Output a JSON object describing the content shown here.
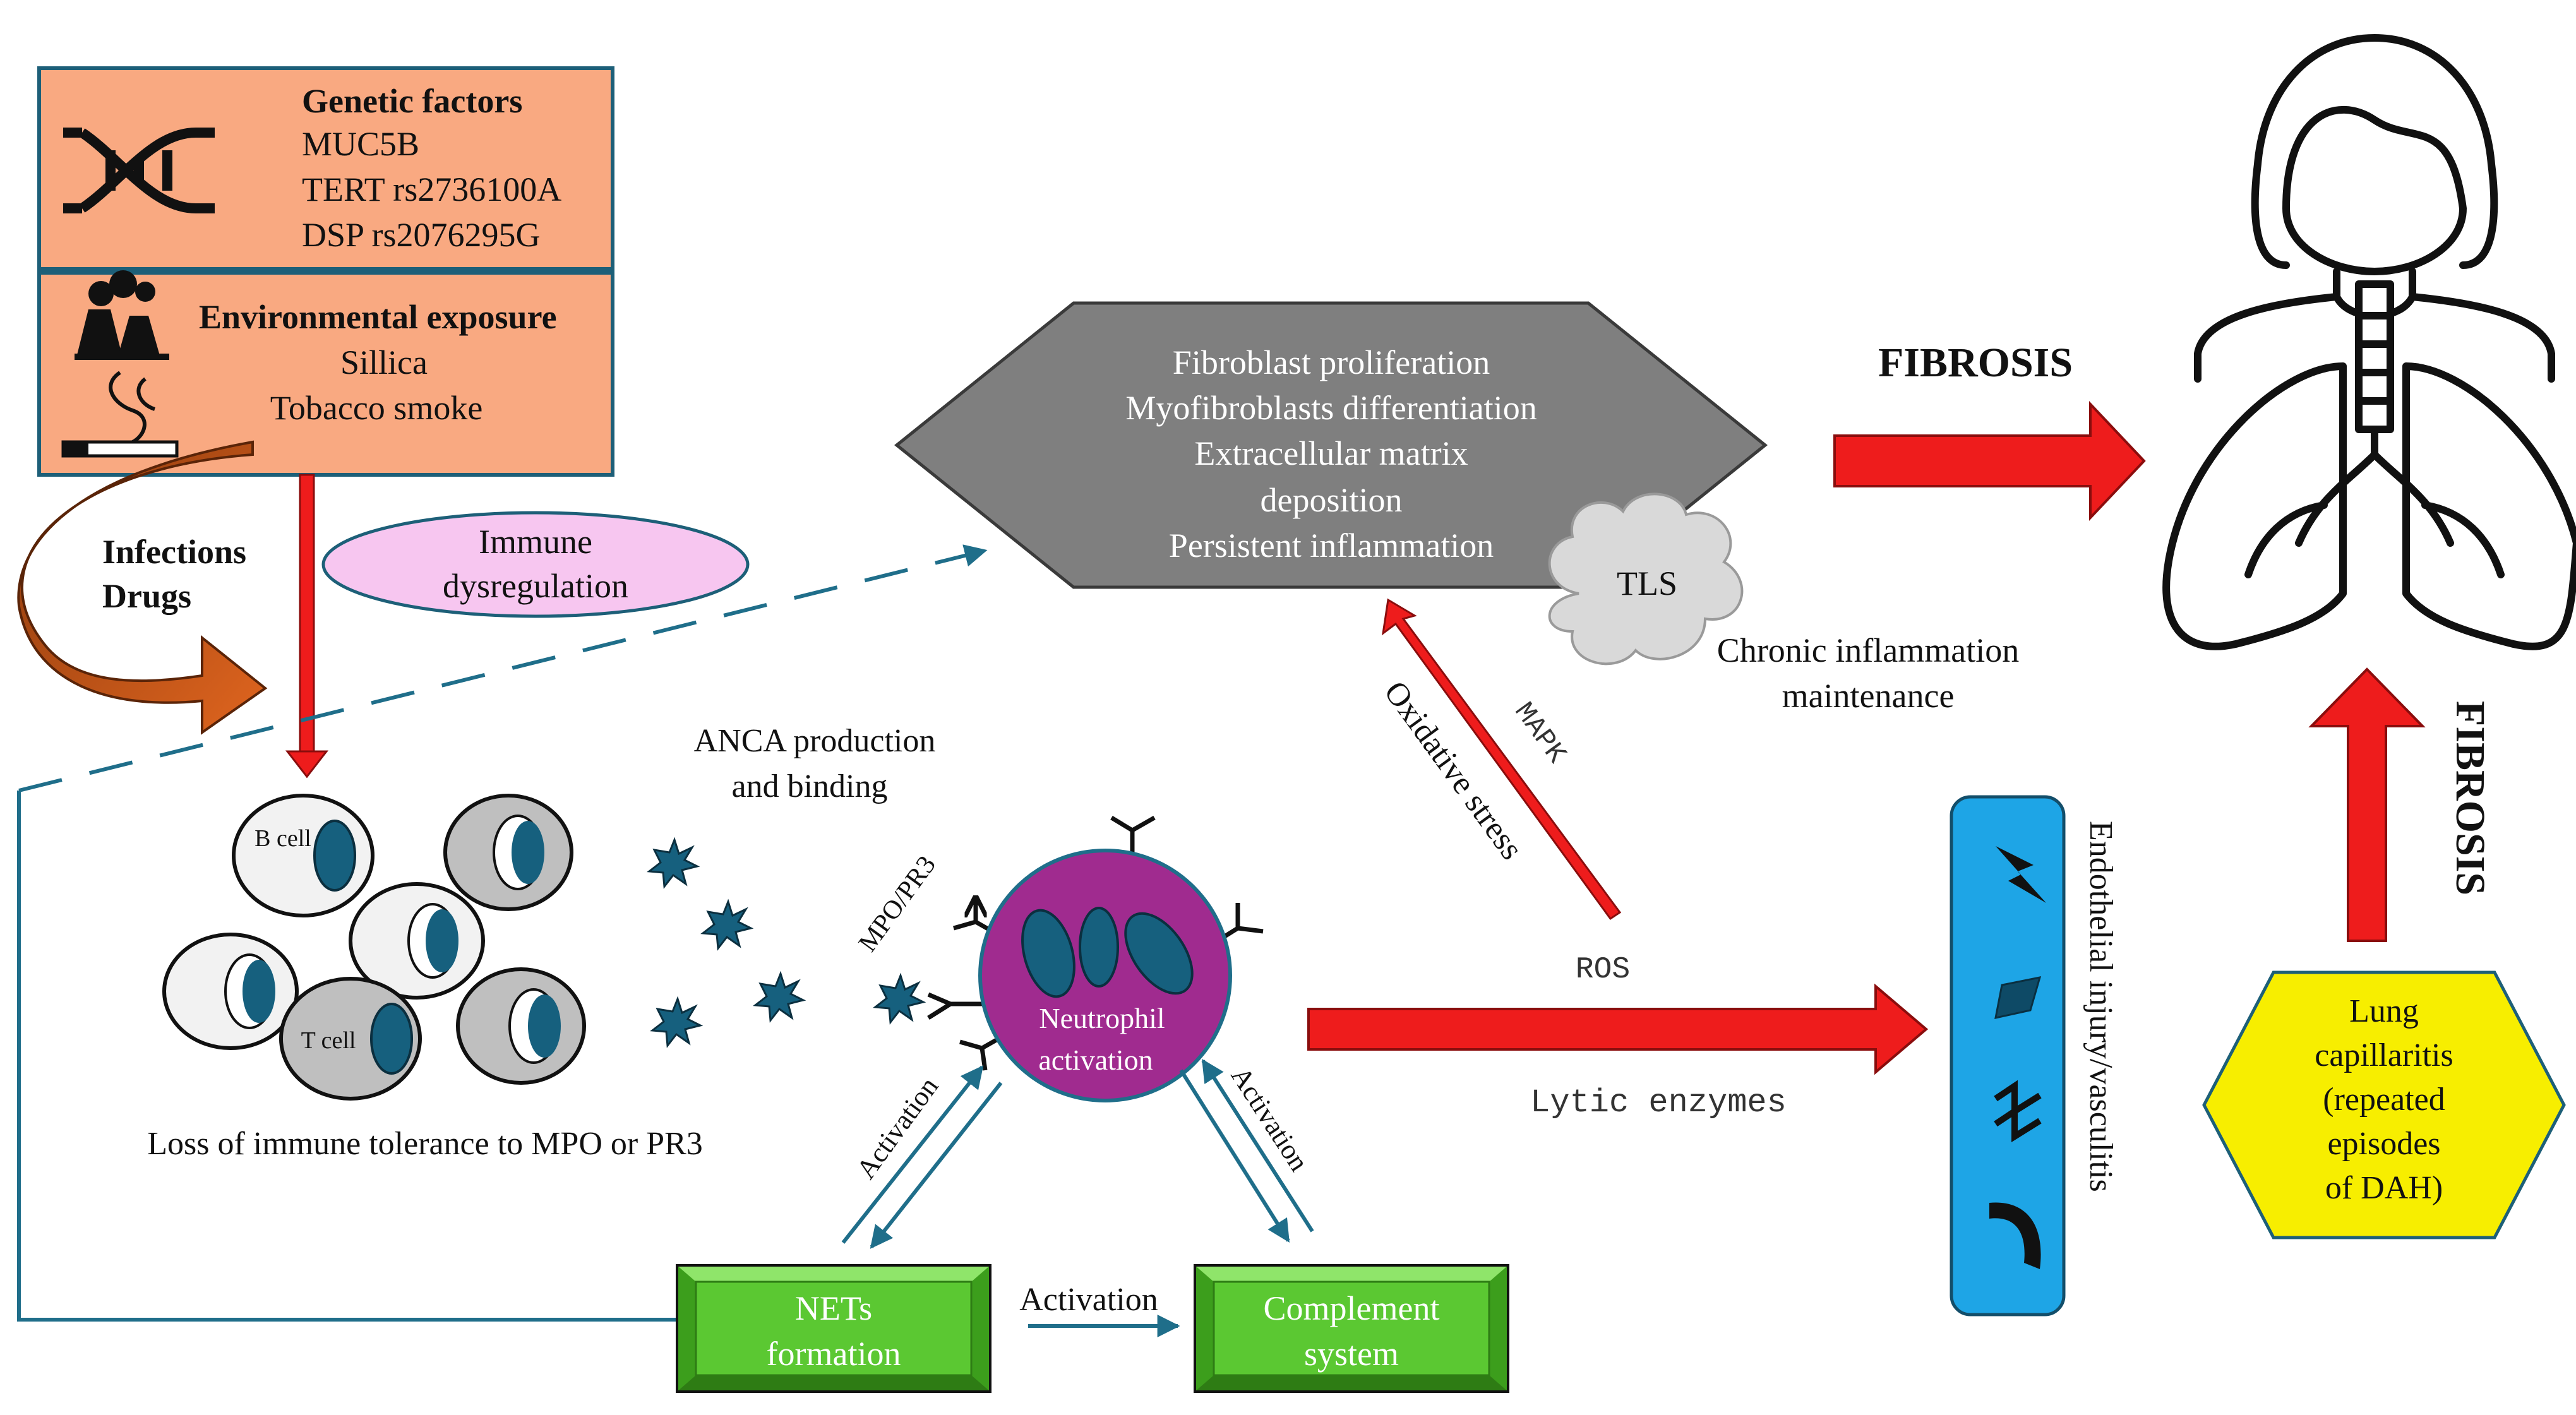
{
  "genetic": {
    "title": "Genetic factors",
    "items": [
      "MUC5B",
      "TERT rs2736100A",
      "DSP rs2076295G"
    ]
  },
  "environmental": {
    "title": "Environmental exposure",
    "items": [
      "Sillica",
      "Tobacco smoke"
    ]
  },
  "triggers": {
    "line1": "Infections",
    "line2": "Drugs"
  },
  "immune_dysregulation": {
    "line1": "Immune",
    "line2": "dysregulation"
  },
  "fibro_hexagon": {
    "lines": [
      "Fibroblast proliferation",
      "Myofibroblasts differentiation",
      "Extracellular matrix",
      "deposition",
      "Persistent inflammation"
    ]
  },
  "tls": {
    "label": "TLS"
  },
  "chronic_inflammation": {
    "line1": "Chronic inflammation",
    "line2": "maintenance"
  },
  "fibrosis_top": "FIBROSIS",
  "fibrosis_right": "FIBROSIS",
  "anca": {
    "line1": "ANCA production",
    "line2": "and binding"
  },
  "cells": {
    "b_cell": "B cell",
    "t_cell": "T cell"
  },
  "loss_tolerance": "Loss of immune tolerance to MPO or PR3",
  "mpo_pr3": "MPO/PR3",
  "neutrophil": {
    "line1": "Neutrophil",
    "line2": "activation"
  },
  "oxidative_stress": "Oxidative stress",
  "mapk": "MAPK",
  "ros": "ROS",
  "lytic_enzymes": "Lytic enzymes",
  "endothelial": "Endothelial injury/vasculitis",
  "capillaritis": {
    "lines": [
      "Lung",
      "capillaritis",
      "(repeated",
      "episodes",
      "of DAH)"
    ]
  },
  "activation_left": "Activation",
  "activation_right": "Activation",
  "activation_bottom": "Activation",
  "nets": {
    "line1": "NETs",
    "line2": "formation"
  },
  "complement": {
    "line1": "Complement",
    "line2": "system"
  },
  "colors": {
    "genetic_box": "#f9a981",
    "hexagon": "#7f7f7f",
    "red_arrow": "#ee1c1c",
    "teal": "#1f6e8a",
    "neutrophil": "#a02b8f",
    "green_box": "#5bc832",
    "yellow_hex": "#f7ee00",
    "endothelial_box": "#1ea5e6",
    "immune_ellipse": "#f7c6f0",
    "cell_nucleus": "#16607e"
  }
}
